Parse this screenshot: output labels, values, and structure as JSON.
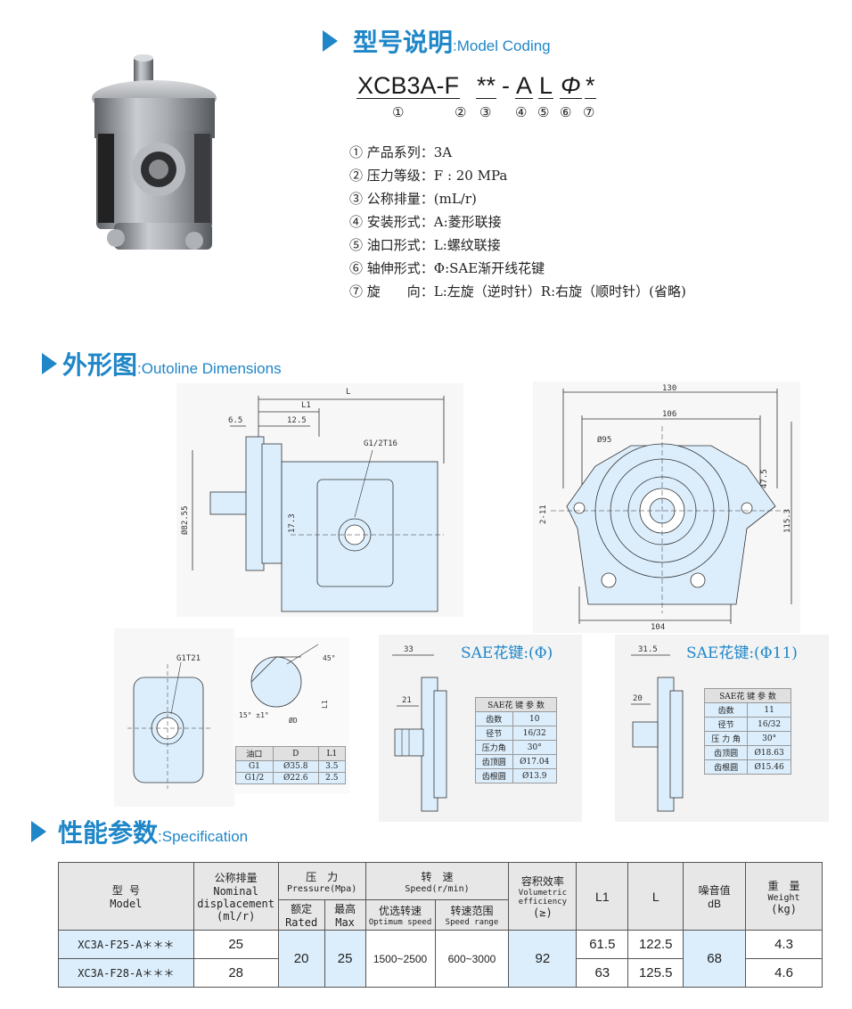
{
  "section1": {
    "title_cn": "型号说明",
    "title_en": ":Model Coding"
  },
  "code": {
    "p1": "XCB3A-F",
    "p2": "**",
    "dash": "-",
    "p4": "A",
    "p5": "L",
    "p6": "Φ",
    "p7": "*",
    "n1": "①",
    "n2": "②",
    "n3": "③",
    "n4": "④",
    "n5": "⑤",
    "n6": "⑥",
    "n7": "⑦"
  },
  "spec_lines": [
    "① 产品系列：3A",
    "② 压力等级：F : 20 MPa",
    "③ 公称排量：(mL/r)",
    "④ 安装形式：A:菱形联接",
    "⑤ 油口形式：L:螺纹联接",
    "⑥ 轴伸形式：Φ:SAE渐开线花键",
    "⑦ 旋　　向：L:左旋（逆时针）R:右旋（顺时针）(省略)"
  ],
  "section2": {
    "title_cn": "外形图",
    "title_en": ":Outoline Dimensions"
  },
  "dims_side": {
    "L": "L",
    "L1": "L1",
    "d65": "6.5",
    "d125": "12.5",
    "port": "G1/2T16",
    "dia": "Ø82.55",
    "d173": "17.3"
  },
  "dims_front": {
    "d130": "130",
    "d106": "106",
    "d95": "Ø95",
    "d475": "47.5",
    "d1153": "115.3",
    "d211": "2-11",
    "d104": "104"
  },
  "port_view": {
    "label": "G1T21"
  },
  "detail": {
    "angle1": "45°",
    "angle2": "15° ±1°",
    "od": "ØD",
    "l1": "L1"
  },
  "port_table": {
    "headers": [
      "油口",
      "D",
      "L1"
    ],
    "rows": [
      [
        "G1",
        "Ø35.8",
        "3.5"
      ],
      [
        "G1/2",
        "Ø22.6",
        "2.5"
      ]
    ]
  },
  "sae1": {
    "title": "SAE花键:(Φ)",
    "d33": "33",
    "d21": "21",
    "table_title": "SAE花 键 参 数",
    "rows": [
      [
        "齿数",
        "10"
      ],
      [
        "径节",
        "16/32"
      ],
      [
        "压力角",
        "30°"
      ],
      [
        "齿顶圆",
        "Ø17.04"
      ],
      [
        "齿根圆",
        "Ø13.9"
      ]
    ]
  },
  "sae2": {
    "title": "SAE花键:(Φ11)",
    "d315": "31.5",
    "d20": "20",
    "table_title": "SAE花 键 参 数",
    "rows": [
      [
        "齿数",
        "11"
      ],
      [
        "径节",
        "16/32"
      ],
      [
        "压 力 角",
        "30°"
      ],
      [
        "齿顶圆",
        "Ø18.63"
      ],
      [
        "齿根圆",
        "Ø15.46"
      ]
    ]
  },
  "section3": {
    "title_cn": "性能参数",
    "title_en": ":Specification"
  },
  "spec_table": {
    "h_model": "型 号",
    "h_model_en": "Model",
    "h_disp": "公称排量",
    "h_disp_en1": "Nominal",
    "h_disp_en2": "displacement",
    "h_disp_unit": "(ml/r)",
    "h_press": "压　力",
    "h_press_en": "Pressure(Mpa)",
    "h_rated": "额定",
    "h_rated_en": "Rated",
    "h_max": "最高",
    "h_max_en": "Max",
    "h_speed": "转　速",
    "h_speed_en": "Speed(r/min)",
    "h_opt": "优选转速",
    "h_opt_en": "Optimum speed",
    "h_range": "转速范围",
    "h_range_en": "Speed range",
    "h_vol": "容积效率",
    "h_vol_en1": "Volumetric",
    "h_vol_en2": "efficiency",
    "h_vol_unit": "(≥)",
    "h_L1": "L1",
    "h_L": "L",
    "h_noise": "噪音值",
    "h_noise_en": "dB",
    "h_weight": "重　量",
    "h_weight_en": "Weight",
    "h_weight_unit": "(kg)",
    "rows": [
      {
        "model": "XC3A-F25-A＊＊＊",
        "disp": "25",
        "L1": "61.5",
        "L": "122.5",
        "weight": "4.3"
      },
      {
        "model": "XC3A-F28-A＊＊＊",
        "disp": "28",
        "L1": "63",
        "L": "125.5",
        "weight": "4.6"
      }
    ],
    "rated": "20",
    "max": "25",
    "opt": "1500~2500",
    "range": "600~3000",
    "vol": "92",
    "noise": "68"
  }
}
